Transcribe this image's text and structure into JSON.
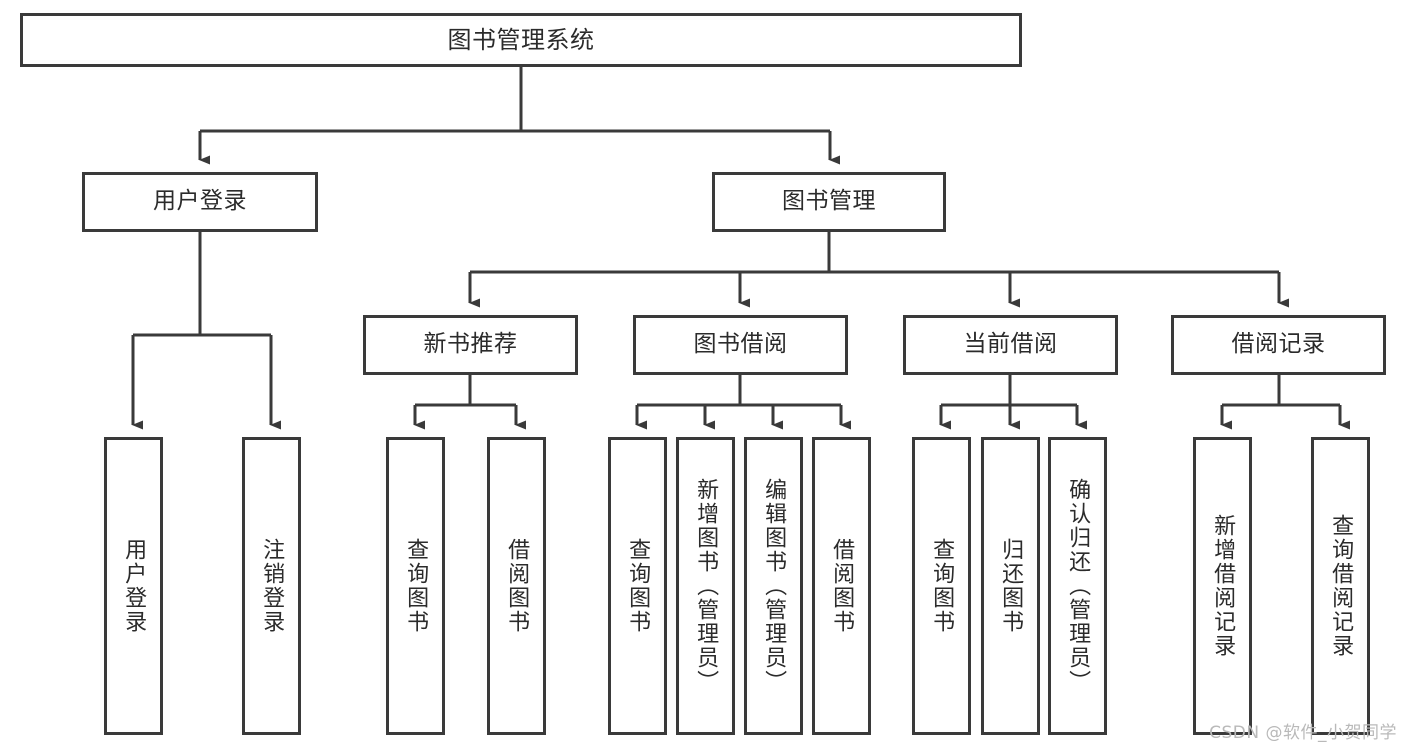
{
  "diagram": {
    "title": "图书管理系统",
    "type": "tree-hierarchy-flowchart",
    "colors": {
      "border": "#3a3a3a",
      "text": "#2b2b2b",
      "background": "#ffffff",
      "connector": "#3a3a3a",
      "watermark": "#b9b9b9"
    },
    "root": {
      "label": "图书管理系统"
    },
    "level2": [
      {
        "label": "用户登录"
      },
      {
        "label": "图书管理"
      }
    ],
    "level3": [
      {
        "label": "新书推荐"
      },
      {
        "label": "图书借阅"
      },
      {
        "label": "当前借阅"
      },
      {
        "label": "借阅记录"
      }
    ],
    "leaves": [
      {
        "label": "用户登录"
      },
      {
        "label": "注销登录"
      },
      {
        "label": "查询图书"
      },
      {
        "label": "借阅图书"
      },
      {
        "label": "查询图书"
      },
      {
        "label": "新增图书（管理员）"
      },
      {
        "label": "编辑图书（管理员）"
      },
      {
        "label": "借阅图书"
      },
      {
        "label": "查询图书"
      },
      {
        "label": "归还图书"
      },
      {
        "label": "确认归还（管理员）"
      },
      {
        "label": "新增借阅记录"
      },
      {
        "label": "查询借阅记录"
      }
    ],
    "watermark": "CSDN @软件_小贺同学"
  }
}
